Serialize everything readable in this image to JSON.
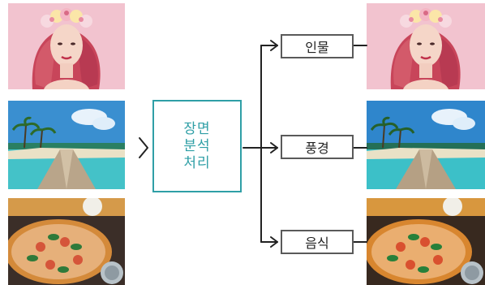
{
  "process": {
    "lines": [
      "장면",
      "분석",
      "처리"
    ]
  },
  "categories": [
    {
      "label": "인물",
      "icon": "portrait-photo"
    },
    {
      "label": "풍경",
      "icon": "landscape-photo"
    },
    {
      "label": "음식",
      "icon": "food-photo"
    }
  ],
  "colors": {
    "process_border": "#2f9fa6",
    "process_text": "#2f9fa6",
    "category_border": "#5a5a5a",
    "arrow": "#222222"
  }
}
